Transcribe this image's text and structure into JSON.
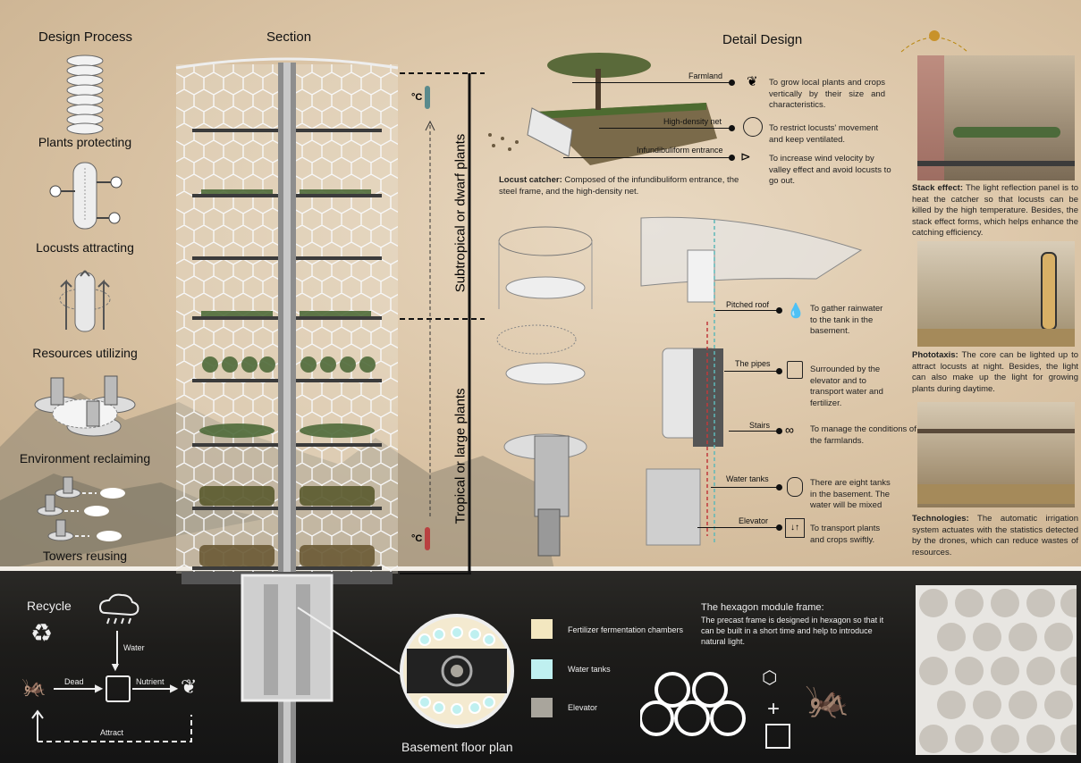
{
  "headers": {
    "design_process": "Design Process",
    "section": "Section",
    "detail_design": "Detail Design"
  },
  "design_process": [
    {
      "label": "Plants protecting",
      "icon": "stacked-cylinder-icon"
    },
    {
      "label": "Locusts attracting",
      "icon": "cylinder-arrows-in-icon"
    },
    {
      "label": "Resources utilizing",
      "icon": "cylinder-arrows-up-icon"
    },
    {
      "label": "Environment reclaiming",
      "icon": "towers-on-plates-icon"
    },
    {
      "label": "Towers reusing",
      "icon": "towers-reuse-icon"
    }
  ],
  "section": {
    "upper_zone": "Subtropical or dwarf plants",
    "lower_zone": "Tropical or large plants",
    "cool_icon": "thermometer-cool-icon",
    "hot_icon": "thermometer-hot-icon"
  },
  "locust_catcher": {
    "items": [
      {
        "tag": "Farmland",
        "desc": "To grow local plants and crops vertically by their size and characteristics.",
        "icon": "sprout-icon"
      },
      {
        "tag": "High-density net",
        "desc": "To restrict locusts' movement and keep ventilated.",
        "icon": "net-balloon-icon"
      },
      {
        "tag": "Infundibuliform entrance",
        "desc": "To increase wind velocity by valley effect and avoid locusts to go out.",
        "icon": "funnel-icon"
      }
    ],
    "caption_title": "Locust catcher:",
    "caption_body": " Composed of the infundibuliform entrance, the steel frame, and the high-density net."
  },
  "core_parts": [
    {
      "tag": "Pitched roof",
      "desc": "To gather rainwater to the tank in the basement.",
      "icon": "water-drop-icon"
    },
    {
      "tag": "The pipes",
      "desc": "Surrounded by the elevator and to transport water and fertilizer.",
      "icon": "fertilizer-bag-icon"
    },
    {
      "tag": "Stairs",
      "desc": "To manage the conditions of the farmlands.",
      "icon": "binoculars-icon"
    },
    {
      "tag": "Water tanks",
      "desc": "There are eight tanks in the basement. The water will be mixed",
      "icon": "tank-stack-icon"
    },
    {
      "tag": "Elevator",
      "desc": "To transport plants and crops swiftly.",
      "icon": "elevator-icon"
    }
  ],
  "right_panels": [
    {
      "title": "Stack effect:",
      "body": " The light reflection panel is to heat the catcher so that locusts can be killed by the high temperature. Besides, the stack effect forms, which helps enhance the catching efficiency."
    },
    {
      "title": "Phototaxis:",
      "body": " The core can be lighted up to attract locusts at night. Besides, the light can also make up the light for growing plants during daytime."
    },
    {
      "title": "Technologies:",
      "body": " The automatic irrigation system actuates with the statistics detected by the drones, which can reduce wastes of resources."
    }
  ],
  "cycle": {
    "title": "Recycle",
    "water": "Water",
    "dead": "Dead",
    "nutrient": "Nutrient",
    "attract": "Attract"
  },
  "basement": {
    "caption": "Basement floor plan"
  },
  "legend": [
    {
      "label": "Fertilizer fermentation chambers",
      "color": "#f3e7c0"
    },
    {
      "label": "Water tanks",
      "color": "#bff0f0"
    },
    {
      "label": "Elevator",
      "color": "#a9a59c"
    }
  ],
  "hexagon": {
    "title": "The hexagon module frame:",
    "body": "The precast frame is designed in hexagon so that it can be built in a short time and help to introduce natural light."
  }
}
